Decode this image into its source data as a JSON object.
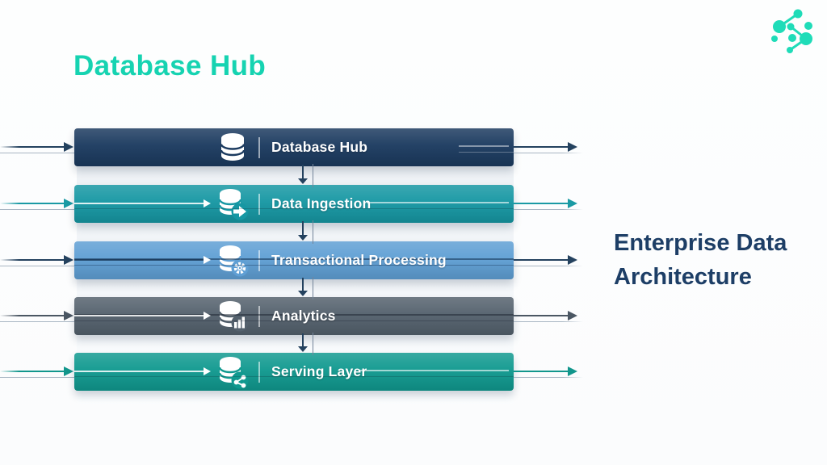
{
  "page": {
    "title": "Database Hub",
    "title_color": "#16d3b1",
    "background_color": "#fcfdfe"
  },
  "brand": {
    "logo_icon": "network-nodes-logo-icon",
    "logo_color": "#1fdcb8"
  },
  "caption": {
    "text": "Enterprise Data Architecture",
    "color": "#1d3e66"
  },
  "diagram": {
    "flow_direction": "top-to-bottom",
    "layers": [
      {
        "label": "Database Hub",
        "icon": "database-icon",
        "color": "#1b3a5f",
        "arrow_color": "#24425f"
      },
      {
        "label": "Data Ingestion",
        "icon": "database-ingest-icon",
        "color": "#1697a3",
        "arrow_color": "#1a9aa4"
      },
      {
        "label": "Transactional Processing",
        "icon": "database-process-icon",
        "color": "#5f9fd4",
        "arrow_color": "#24425f"
      },
      {
        "label": "Analytics",
        "icon": "database-analytics-icon",
        "color": "#54616d",
        "arrow_color": "#4b5763"
      },
      {
        "label": "Serving Layer",
        "icon": "database-serving-icon",
        "color": "#10998f",
        "arrow_color": "#12968c"
      }
    ]
  }
}
